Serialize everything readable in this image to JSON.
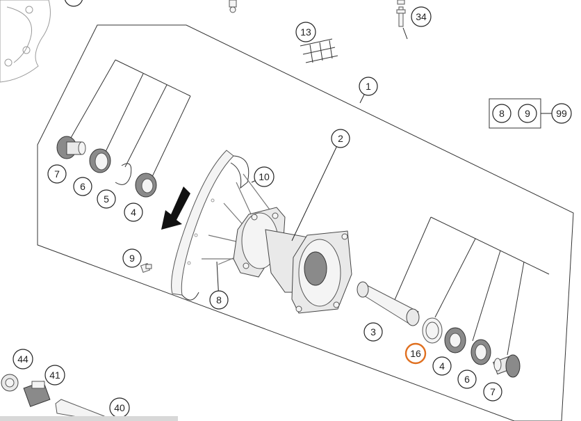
{
  "callouts": [
    {
      "id": "c1",
      "label": "1",
      "highlighted": false
    },
    {
      "id": "c2",
      "label": "2",
      "highlighted": false
    },
    {
      "id": "c3",
      "label": "3",
      "highlighted": false
    },
    {
      "id": "c4a",
      "label": "4",
      "highlighted": false
    },
    {
      "id": "c4b",
      "label": "4",
      "highlighted": false
    },
    {
      "id": "c5",
      "label": "5",
      "highlighted": false
    },
    {
      "id": "c6a",
      "label": "6",
      "highlighted": false
    },
    {
      "id": "c6b",
      "label": "6",
      "highlighted": false
    },
    {
      "id": "c7a",
      "label": "7",
      "highlighted": false
    },
    {
      "id": "c7b",
      "label": "7",
      "highlighted": false
    },
    {
      "id": "c8",
      "label": "8",
      "highlighted": false
    },
    {
      "id": "c9",
      "label": "9",
      "highlighted": false
    },
    {
      "id": "c10",
      "label": "10",
      "highlighted": false
    },
    {
      "id": "c13",
      "label": "13",
      "highlighted": false
    },
    {
      "id": "c16",
      "label": "16",
      "highlighted": true
    },
    {
      "id": "c34",
      "label": "34",
      "highlighted": false
    },
    {
      "id": "c40",
      "label": "40",
      "highlighted": false
    },
    {
      "id": "c41",
      "label": "41",
      "highlighted": false
    },
    {
      "id": "c44",
      "label": "44",
      "highlighted": false
    }
  ],
  "kit": {
    "members": [
      "8",
      "9"
    ],
    "result": "99"
  },
  "colors": {
    "highlight": "#e07020",
    "line": "#222222"
  }
}
